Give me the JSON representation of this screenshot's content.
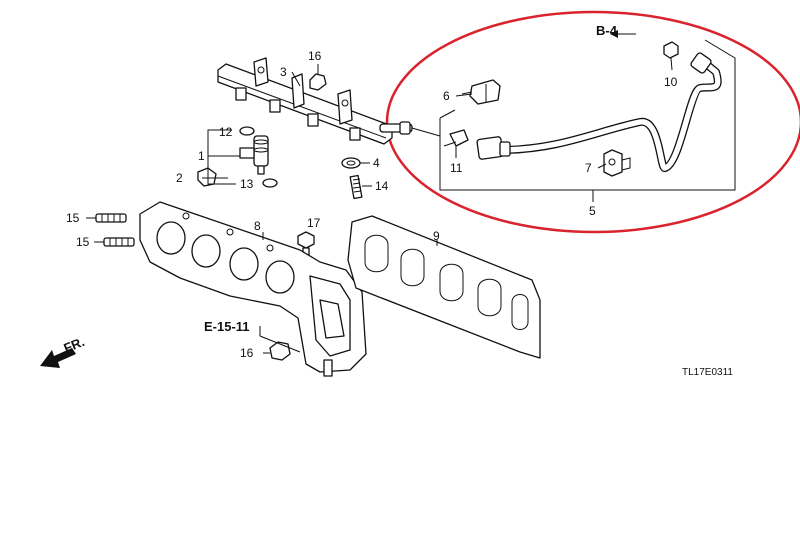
{
  "diagram": {
    "references": {
      "b4": "B-4",
      "e1511": "E-15-11"
    },
    "front_marker": "FR.",
    "drawing_code": "TL17E0311",
    "highlight_color": "#d9232d",
    "callouts": {
      "c1": "1",
      "c2": "2",
      "c3": "3",
      "c4": "4",
      "c5": "5",
      "c6": "6",
      "c7": "7",
      "c8": "8",
      "c9": "9",
      "c10": "10",
      "c11": "11",
      "c12": "12",
      "c13": "13",
      "c14": "14",
      "c15a": "15",
      "c15b": "15",
      "c16a": "16",
      "c16b": "16",
      "c17": "17"
    }
  }
}
